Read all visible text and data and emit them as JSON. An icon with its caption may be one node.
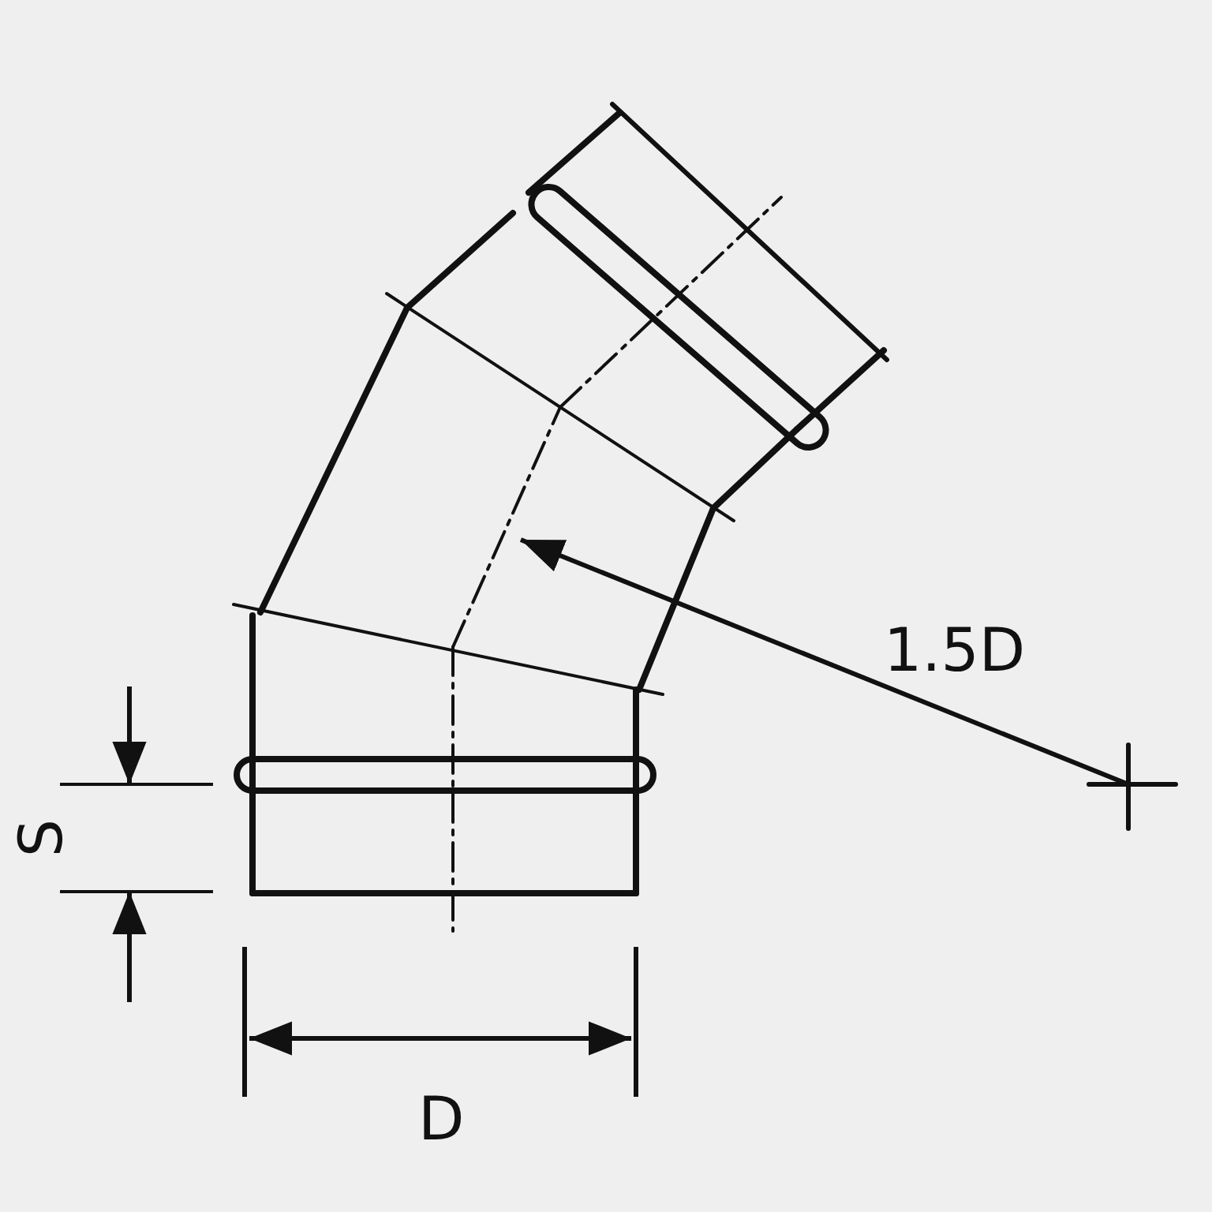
{
  "diagram": {
    "labels": [
      "S",
      "D",
      "1.5D"
    ]
  }
}
